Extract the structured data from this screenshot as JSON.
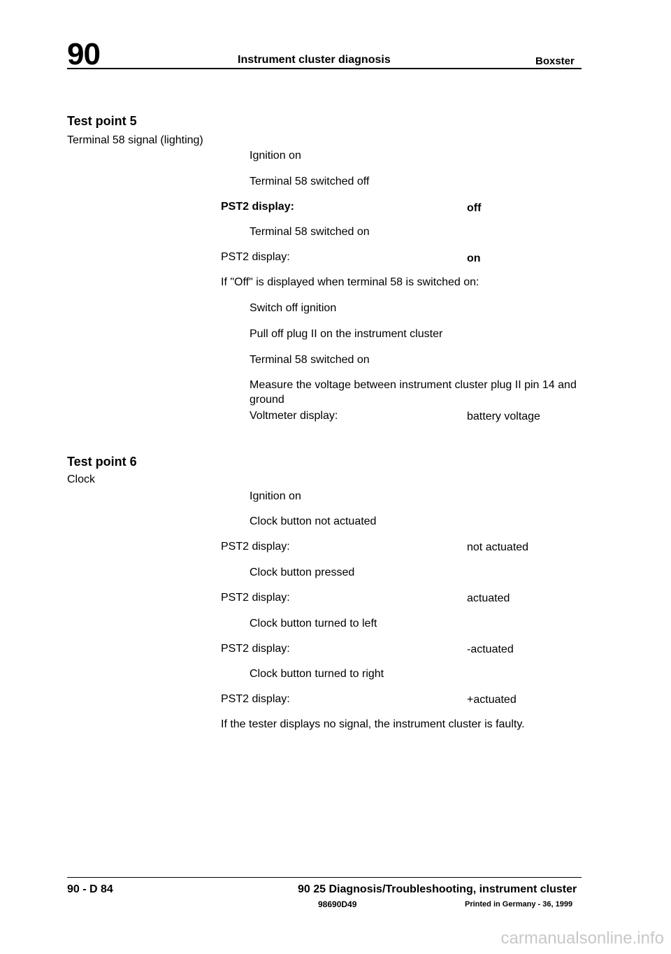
{
  "header": {
    "chapter": "90",
    "title": "Instrument cluster diagnosis",
    "model": "Boxster"
  },
  "test_point_5": {
    "title": "Test point 5",
    "subtitle": "Terminal 58 signal (lighting)",
    "steps": {
      "s1": "Ignition on",
      "s2": "Terminal 58 switched off",
      "s3": "PST2 display:",
      "s3_value": "off",
      "s4": "Terminal 58 switched on",
      "s5": "PST2 display:",
      "s5_value": "on",
      "s6": "If \"Off\" is displayed when terminal 58 is switched on:",
      "s7": "Switch off ignition",
      "s8": "Pull off plug II on the instrument cluster",
      "s9": "Terminal 58 switched on",
      "s10_line1": "Measure the voltage between instrument cluster plug II pin 14 and",
      "s10_line2": "ground",
      "s11": "Voltmeter display:",
      "s11_value": "battery voltage"
    }
  },
  "test_point_6": {
    "title": "Test point 6",
    "subtitle": "Clock",
    "steps": {
      "s1": "Ignition on",
      "s2": "Clock button not actuated",
      "s3": "PST2 display:",
      "s3_value": "not actuated",
      "s4": "Clock button pressed",
      "s5": "PST2 display:",
      "s5_value": "actuated",
      "s6": "Clock button turned to left",
      "s7": "PST2 display:",
      "s7_value": "-actuated",
      "s8": "Clock button turned to right",
      "s9": "PST2 display:",
      "s9_value": "+actuated",
      "s10": "If the tester displays no signal, the instrument cluster is faulty."
    }
  },
  "footer": {
    "page": "90 - D 84",
    "title": "90 25 Diagnosis/Troubleshooting, instrument cluster",
    "code": "98690D49",
    "printed": "Printed in Germany - 36, 1999"
  },
  "watermark": "carmanualsonline.info"
}
